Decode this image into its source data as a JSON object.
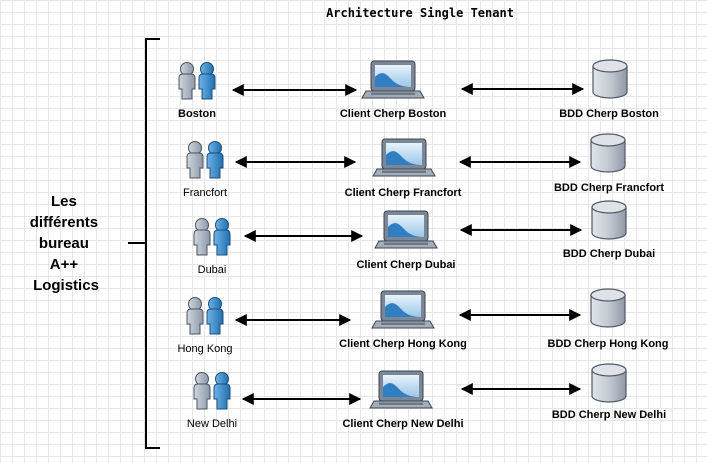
{
  "title": "Architecture Single Tenant",
  "side_label": [
    "Les",
    "différents",
    "bureau",
    "A++",
    "Logistics"
  ],
  "offices": [
    {
      "office": "Boston",
      "office_bold": true,
      "client": "Client Cherp Boston",
      "db": "BDD Cherp Boston"
    },
    {
      "office": "Francfort",
      "office_bold": false,
      "client": "Client Cherp Francfort",
      "db": "BDD Cherp Francfort"
    },
    {
      "office": "Dubai",
      "office_bold": false,
      "client": "Client Cherp Dubai",
      "db": "BDD Cherp Dubai"
    },
    {
      "office": "Hong Kong",
      "office_bold": false,
      "client": "Client Cherp Hong Kong",
      "db": "BDD Cherp  Hong Kong"
    },
    {
      "office": "New Delhi",
      "office_bold": false,
      "client": "Client Cherp New Delhi",
      "db": "BDD Cherp  New Delhi"
    }
  ],
  "icons": {
    "users": "users-icon",
    "laptop": "laptop-icon",
    "database": "database-icon"
  },
  "colors": {
    "user_grey": "#a9b4c2",
    "user_blue": "#2d8ad1",
    "laptop_screen": "#2f7fc2",
    "laptop_body": "#8a96a6",
    "db_fill": "#c9ced6",
    "db_stroke": "#5a6270",
    "line": "#000000"
  }
}
